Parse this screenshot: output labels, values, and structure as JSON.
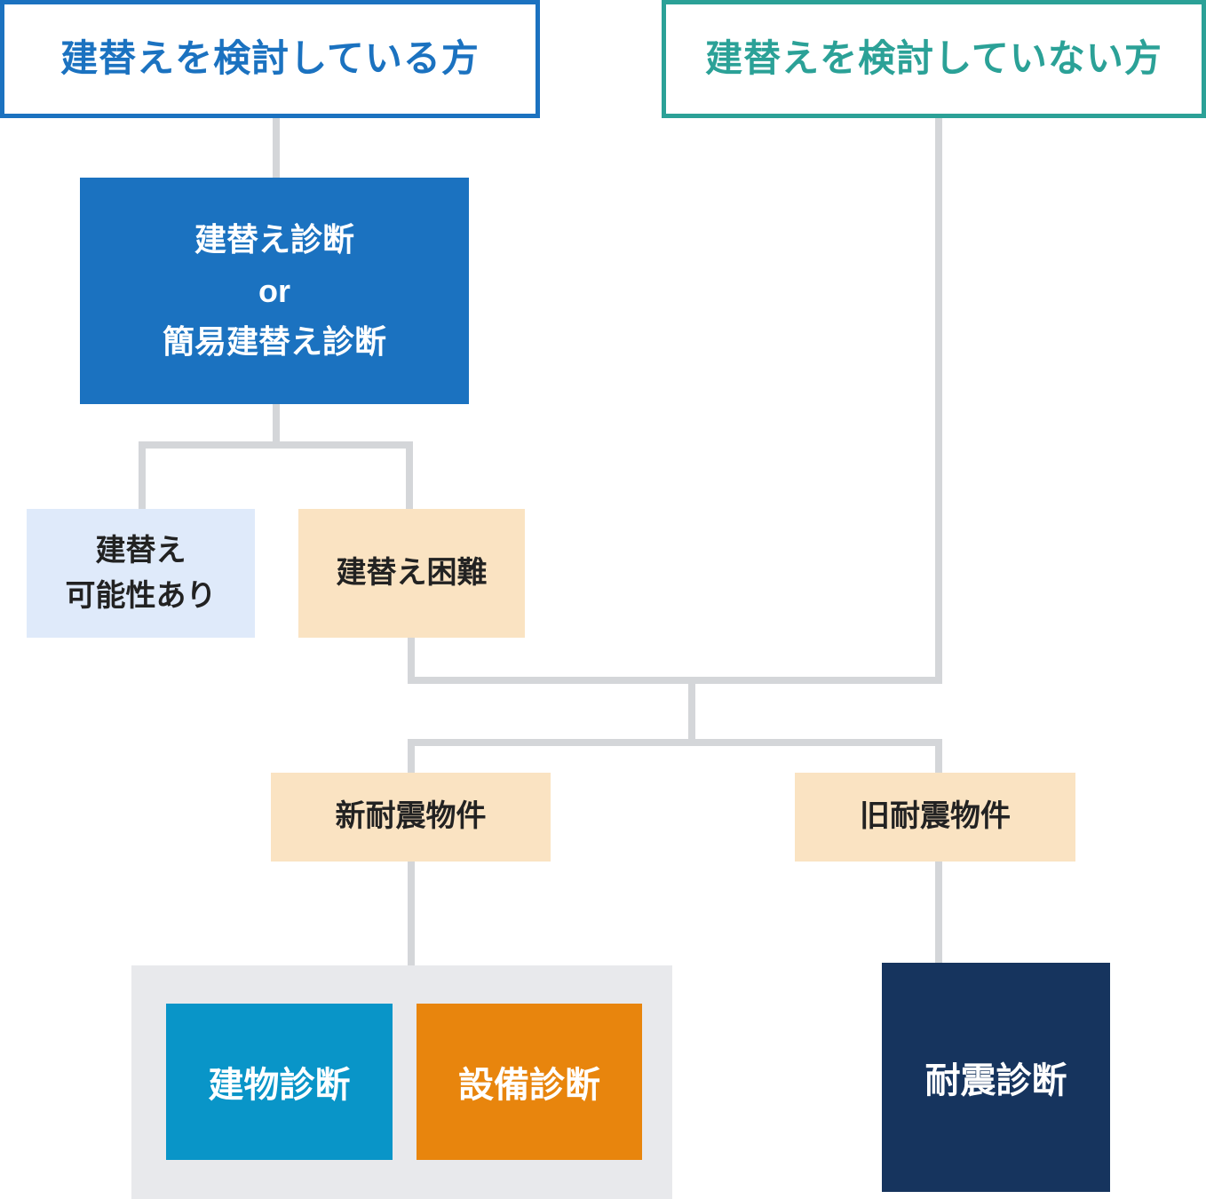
{
  "diagram": {
    "type": "flowchart",
    "headers": {
      "considering": "建替えを検討している方",
      "not_considering": "建替えを検討していない方"
    },
    "nodes": {
      "diagnosis_choice": {
        "line1": "建替え診断",
        "line2": "or",
        "line3": "簡易建替え診断"
      },
      "rebuild_possible": {
        "line1": "建替え",
        "line2": "可能性あり"
      },
      "rebuild_difficult": "建替え困難",
      "new_seismic_property": "新耐震物件",
      "old_seismic_property": "旧耐震物件",
      "building_diagnosis": "建物診断",
      "equipment_diagnosis": "設備診断",
      "seismic_diagnosis": "耐震診断"
    },
    "colors": {
      "blue": "#1b72c0",
      "teal": "#2ba197",
      "light_blue": "#dfeafa",
      "cream": "#fae3c2",
      "cyan": "#0995c8",
      "orange": "#e8850d",
      "navy": "#16345e",
      "panel_gray": "#e8e9ec",
      "connector_gray": "#d4d6d9",
      "text_dark": "#222222"
    }
  }
}
